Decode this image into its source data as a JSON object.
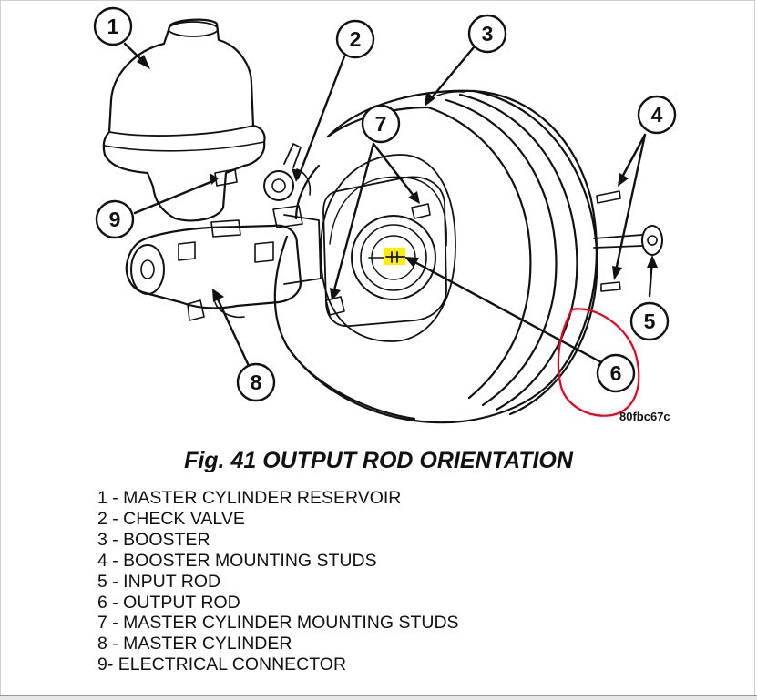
{
  "figure": {
    "caption": "Fig. 41 OUTPUT ROD ORIENTATION",
    "reference_code": "80fbc67c"
  },
  "callouts": [
    "1",
    "2",
    "3",
    "4",
    "5",
    "6",
    "7",
    "8",
    "9"
  ],
  "legend": [
    "1 - MASTER CYLINDER RESERVOIR",
    "2 - CHECK VALVE",
    "3 - BOOSTER",
    "4 - BOOSTER MOUNTING STUDS",
    "5 - INPUT ROD",
    "6 - OUTPUT ROD",
    "7 - MASTER CYLINDER MOUNTING STUDS",
    "8 - MASTER CYLINDER",
    "9- ELECTRICAL CONNECTOR"
  ],
  "colors": {
    "line": "#111111",
    "highlight": "#ffee00",
    "annotation_circle": "#e8001c"
  }
}
